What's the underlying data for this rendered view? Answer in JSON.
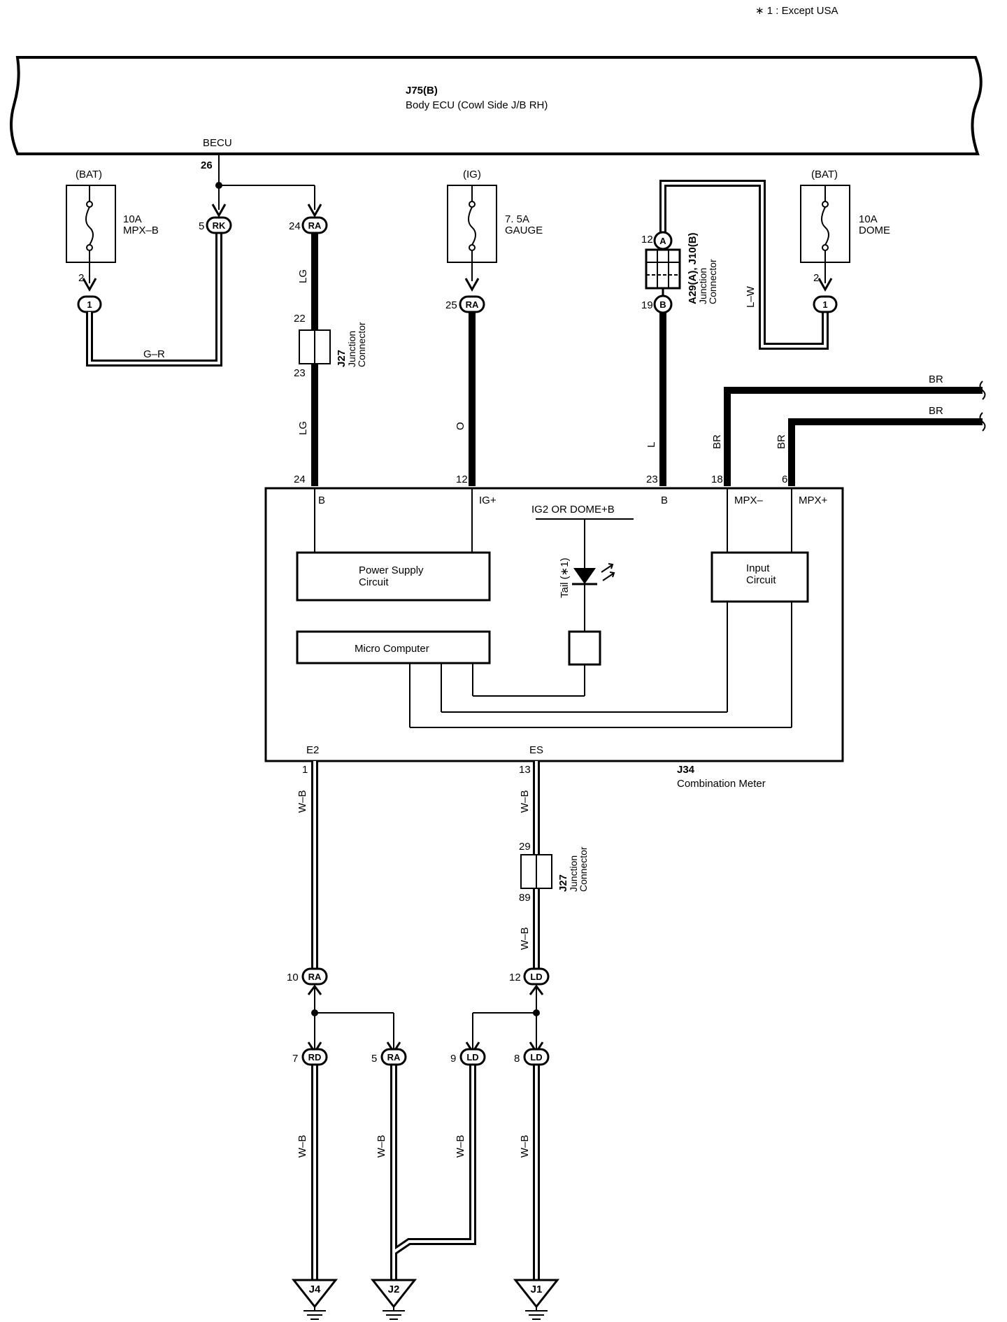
{
  "note": "∗ 1 : Except USA",
  "ecu": {
    "code": "J75(B)",
    "name": "Body ECU (Cowl Side J/B RH)",
    "terminal_name": "BECU",
    "terminal_pin": "26"
  },
  "fuses": [
    {
      "source": "(BAT)",
      "rating": "10A",
      "name": "MPX–B",
      "pin": "2",
      "conn": "1"
    },
    {
      "source": "(IG)",
      "rating": "7. 5A",
      "name": "GAUGE"
    },
    {
      "source": "(BAT)",
      "rating": "10A",
      "name": "DOME",
      "pin": "2",
      "conn": "1"
    }
  ],
  "connectors_top": [
    {
      "pin": "5",
      "code": "RK"
    },
    {
      "pin": "24",
      "code": "RA"
    },
    {
      "pin": "25",
      "code": "RA"
    },
    {
      "pin": "12",
      "code": "A"
    },
    {
      "pin": "19",
      "code": "B"
    }
  ],
  "junctions": {
    "j27_top": {
      "code": "J27",
      "name": "Junction",
      "name2": "Connector",
      "pin_in": "22",
      "pin_out": "23"
    },
    "a29": {
      "code": "A29(A), J10(B)",
      "name": "Junction",
      "name2": "Connector"
    },
    "j27_bottom": {
      "code": "J27",
      "name": "Junction",
      "name2": "Connector",
      "pin_in": "29",
      "pin_out": "89"
    }
  },
  "wires": {
    "g_r": "G–R",
    "lg": "LG",
    "o": "O",
    "l": "L",
    "l_w": "L–W",
    "br": "BR",
    "w_b": "W–B"
  },
  "meter": {
    "code": "J34",
    "name": "Combination Meter",
    "pins_top": [
      {
        "pin": "24",
        "name": "B"
      },
      {
        "pin": "12",
        "name": "IG+"
      },
      {
        "pin": "23",
        "name": "B"
      },
      {
        "pin": "18",
        "name": "MPX–"
      },
      {
        "pin": "6",
        "name": "MPX+"
      }
    ],
    "ig2_label": "IG2 OR DOME+B",
    "tail_label": "Tail (∗1)",
    "power_supply": [
      "Power Supply",
      "Circuit"
    ],
    "input_circuit": [
      "Input",
      "Circuit"
    ],
    "micro": "Micro Computer",
    "pins_bottom": [
      {
        "pin": "1",
        "name": "E2"
      },
      {
        "pin": "13",
        "name": "ES"
      }
    ]
  },
  "connectors_bottom": [
    {
      "pin": "10",
      "code": "RA"
    },
    {
      "pin": "12",
      "code": "LD"
    },
    {
      "pin": "7",
      "code": "RD"
    },
    {
      "pin": "5",
      "code": "RA"
    },
    {
      "pin": "9",
      "code": "LD"
    },
    {
      "pin": "8",
      "code": "LD"
    }
  ],
  "grounds": [
    "J4",
    "J2",
    "J1"
  ]
}
